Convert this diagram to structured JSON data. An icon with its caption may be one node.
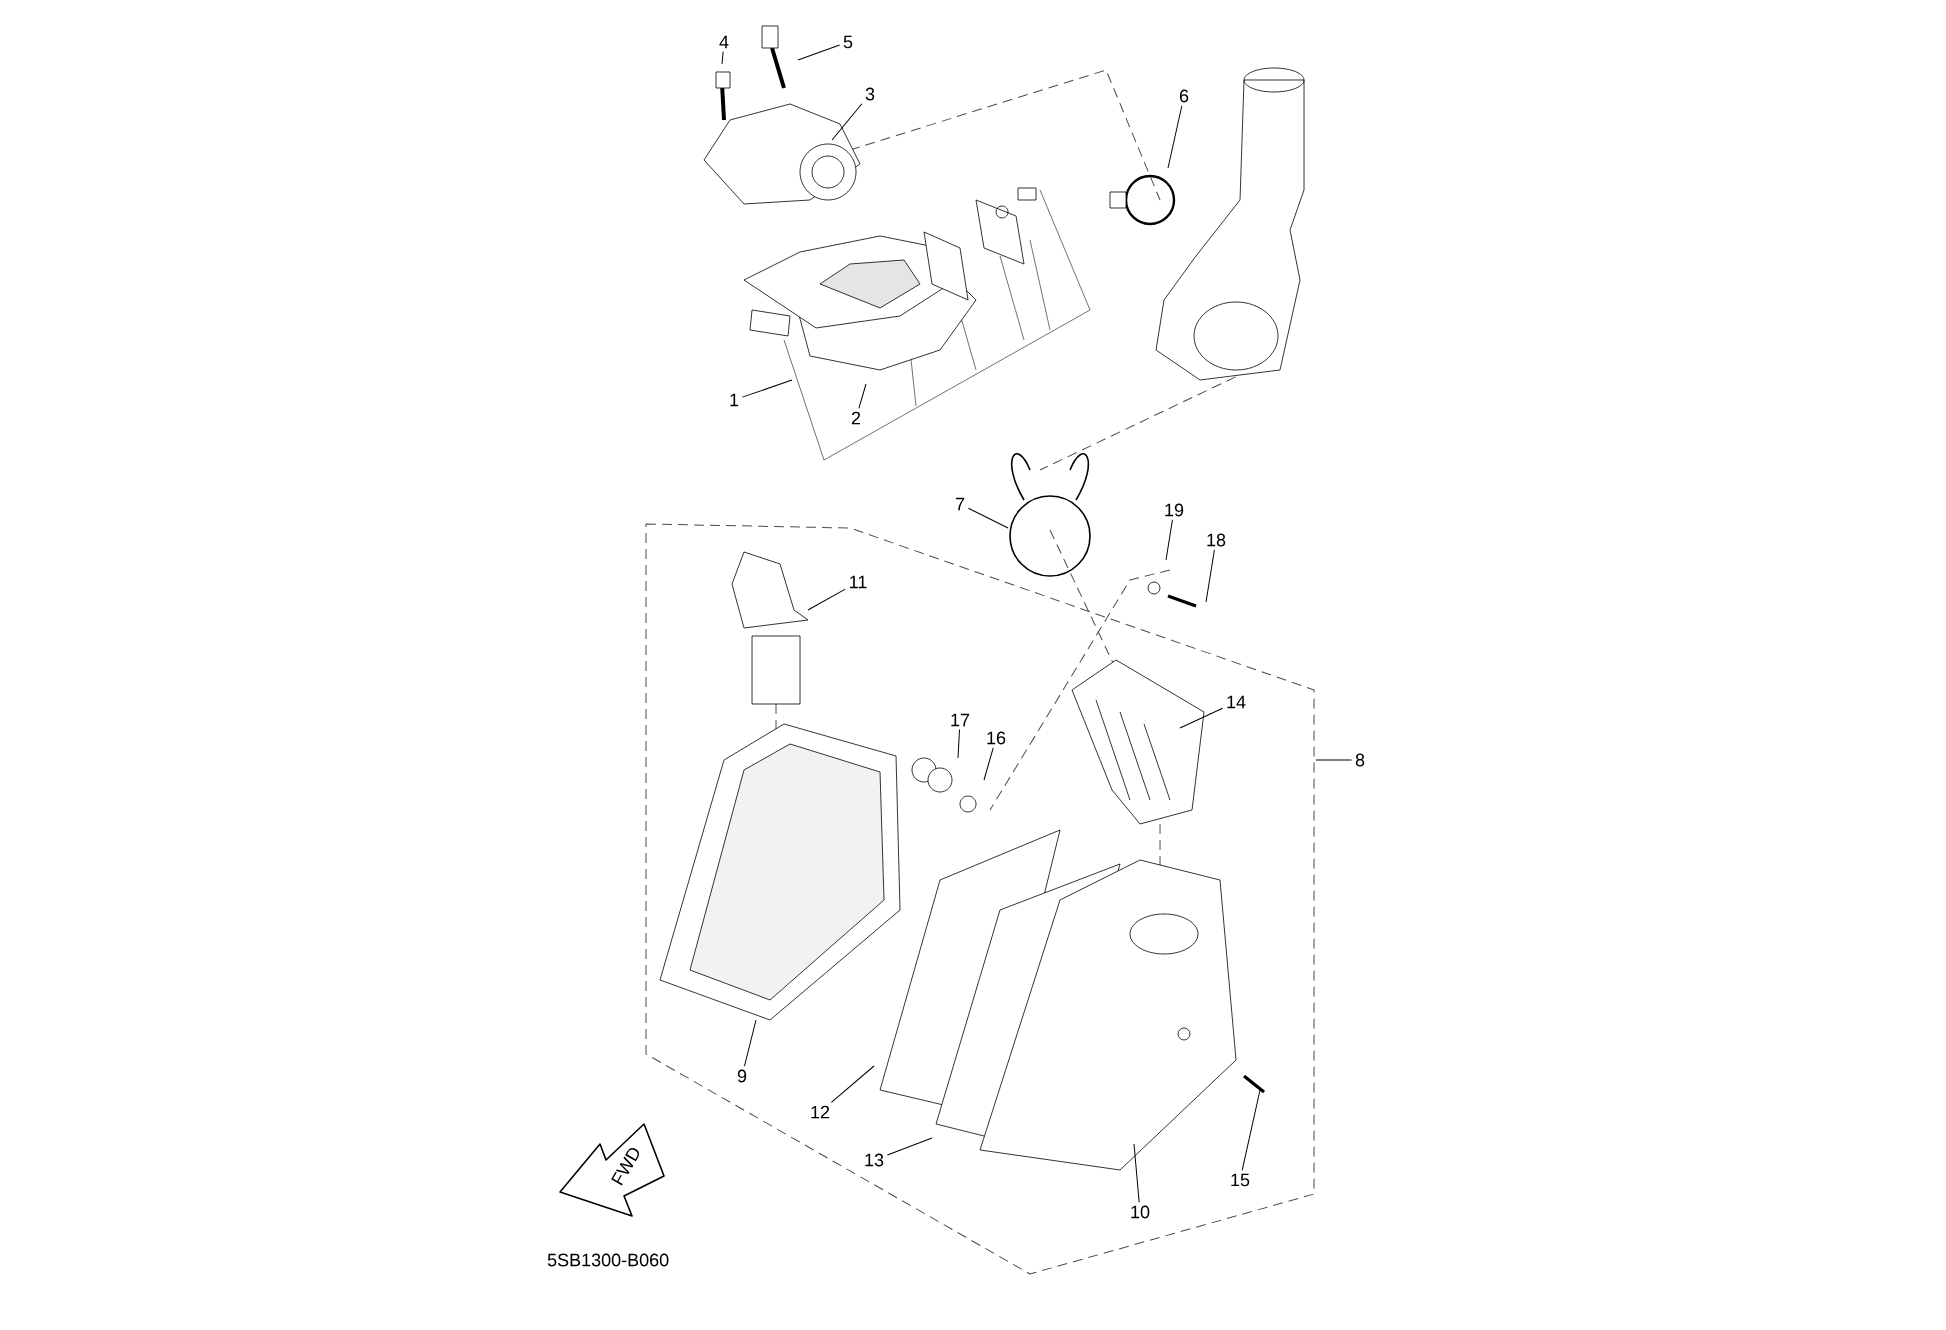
{
  "diagram": {
    "nodes": [
      {
        "text": [
          "1"
        ]
      },
      {
        "text": [
          "2"
        ]
      },
      {
        "text": [
          "3"
        ]
      },
      {
        "text": [
          "4"
        ]
      },
      {
        "text": [
          "5"
        ]
      },
      {
        "text": [
          "6"
        ]
      },
      {
        "text": [
          "7"
        ]
      },
      {
        "text": [
          "8"
        ]
      },
      {
        "text": [
          "9"
        ]
      },
      {
        "text": [
          "10"
        ]
      },
      {
        "text": [
          "11"
        ]
      },
      {
        "text": [
          "12"
        ]
      },
      {
        "text": [
          "13"
        ]
      },
      {
        "text": [
          "14"
        ]
      },
      {
        "text": [
          "15"
        ]
      },
      {
        "text": [
          "16"
        ]
      },
      {
        "text": [
          "17"
        ]
      },
      {
        "text": [
          "18"
        ]
      },
      {
        "text": [
          "19"
        ]
      }
    ],
    "edges": [
      {
        "from": 0,
        "to": null,
        "arrow": "none"
      },
      {
        "from": 1,
        "to": null,
        "arrow": "none"
      },
      {
        "from": 2,
        "to": null,
        "arrow": "none"
      },
      {
        "from": 3,
        "to": null,
        "arrow": "none"
      },
      {
        "from": 4,
        "to": null,
        "arrow": "none"
      },
      {
        "from": 5,
        "to": null,
        "arrow": "none"
      },
      {
        "from": 6,
        "to": null,
        "arrow": "none"
      },
      {
        "from": 7,
        "to": null,
        "arrow": "none"
      },
      {
        "from": 8,
        "to": null,
        "arrow": "none"
      },
      {
        "from": 9,
        "to": null,
        "arrow": "none"
      },
      {
        "from": 10,
        "to": null,
        "arrow": "none"
      },
      {
        "from": 11,
        "to": null,
        "arrow": "none"
      },
      {
        "from": 12,
        "to": null,
        "arrow": "none"
      },
      {
        "from": 13,
        "to": null,
        "arrow": "none"
      },
      {
        "from": 14,
        "to": null,
        "arrow": "none"
      },
      {
        "from": 15,
        "to": null,
        "arrow": "none"
      },
      {
        "from": 16,
        "to": null,
        "arrow": "none"
      },
      {
        "from": 17,
        "to": null,
        "arrow": "none"
      },
      {
        "from": 18,
        "to": null,
        "arrow": "none"
      }
    ],
    "labels": [
      "FWD",
      "5SB1300-B060"
    ]
  }
}
